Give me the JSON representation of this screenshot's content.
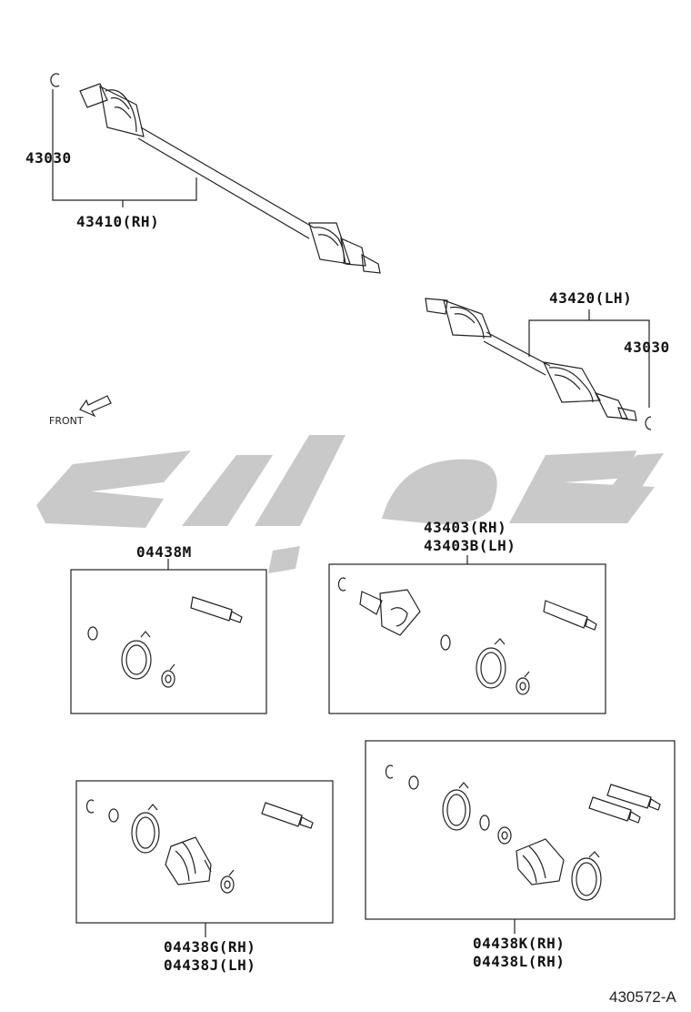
{
  "labels": {
    "clip_top": "43030",
    "shaft_rh": "43410(RH)",
    "shaft_lh": "43420(LH)",
    "clip_lh": "43030",
    "front": "FRONT",
    "kit_m": "04438M",
    "joint_rh": "43403(RH)",
    "joint_lh": "43403B(LH)",
    "kit_g": "04438G(RH)",
    "kit_j": "04438J(LH)",
    "kit_k": "04438K(RH)",
    "kit_l": "04438L(RH)",
    "figure_id": "430572-A"
  },
  "colors": {
    "line": "#222222",
    "watermark": "#c8c8c8"
  }
}
